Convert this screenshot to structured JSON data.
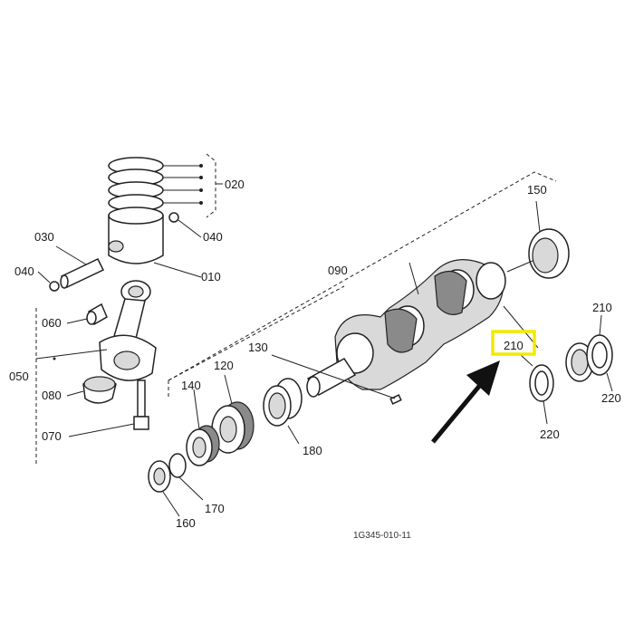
{
  "labels": {
    "p010": "010",
    "p020": "020",
    "p030": "030",
    "p040a": "040",
    "p040b": "040",
    "p050": "050",
    "p060": "060",
    "p070": "070",
    "p080": "080",
    "p090": "090",
    "p120": "120",
    "p130": "130",
    "p140": "140",
    "p150": "150",
    "p160": "160",
    "p170": "170",
    "p180": "180",
    "p210a": "210",
    "p210b": "210",
    "p220a": "220",
    "p220b": "220"
  },
  "drawing_code": "1G345-010-11",
  "highlight_color": "#f2ea00",
  "arrow_color": "#111111"
}
